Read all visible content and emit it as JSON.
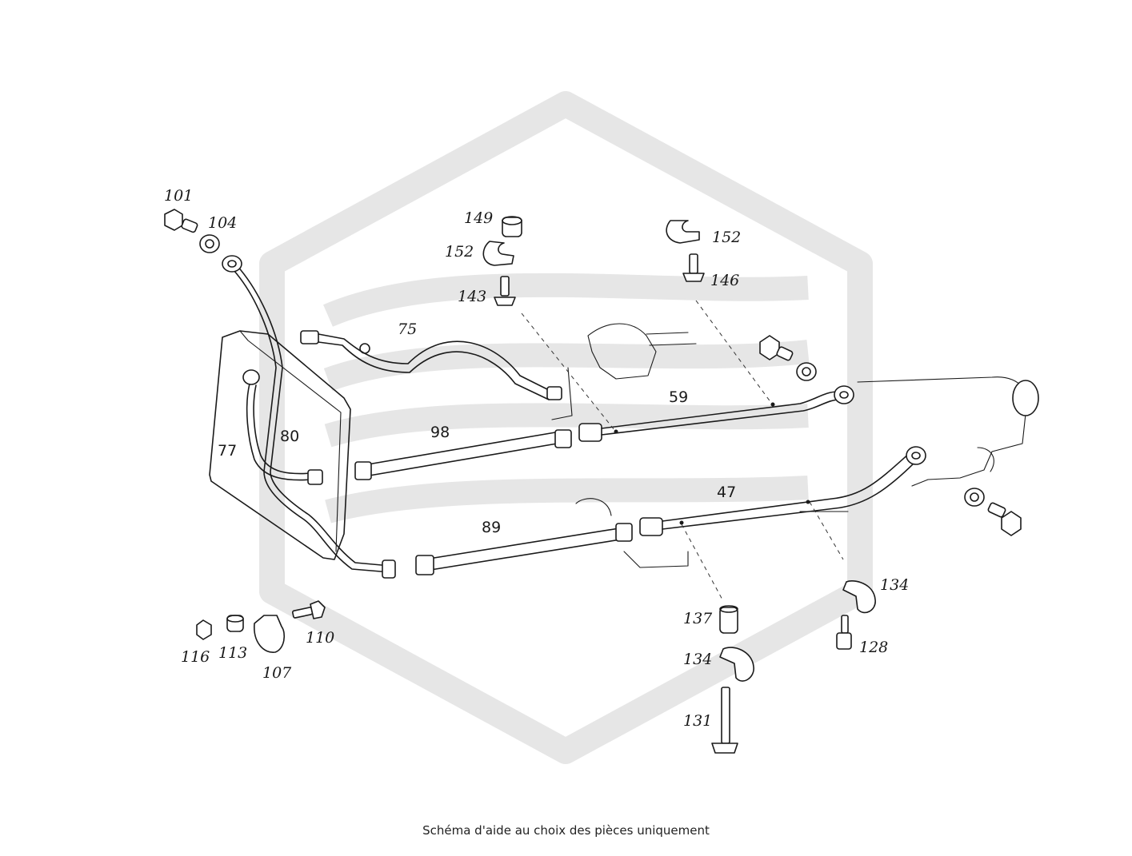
{
  "caption": "Schéma d'aide au choix des pièces uniquement",
  "watermark": {
    "color": "#e6e6e6"
  },
  "parts": {
    "p101": "101",
    "p104": "104",
    "p149": "149",
    "p152a": "152",
    "p143": "143",
    "p152b": "152",
    "p146": "146",
    "p75": "75",
    "p59": "59",
    "p98": "98",
    "p80": "80",
    "p77": "77",
    "p47": "47",
    "p89": "89",
    "p134a": "134",
    "p137": "137",
    "p134b": "134",
    "p128": "128",
    "p131": "131",
    "p116": "116",
    "p113": "113",
    "p107": "107",
    "p110": "110"
  }
}
